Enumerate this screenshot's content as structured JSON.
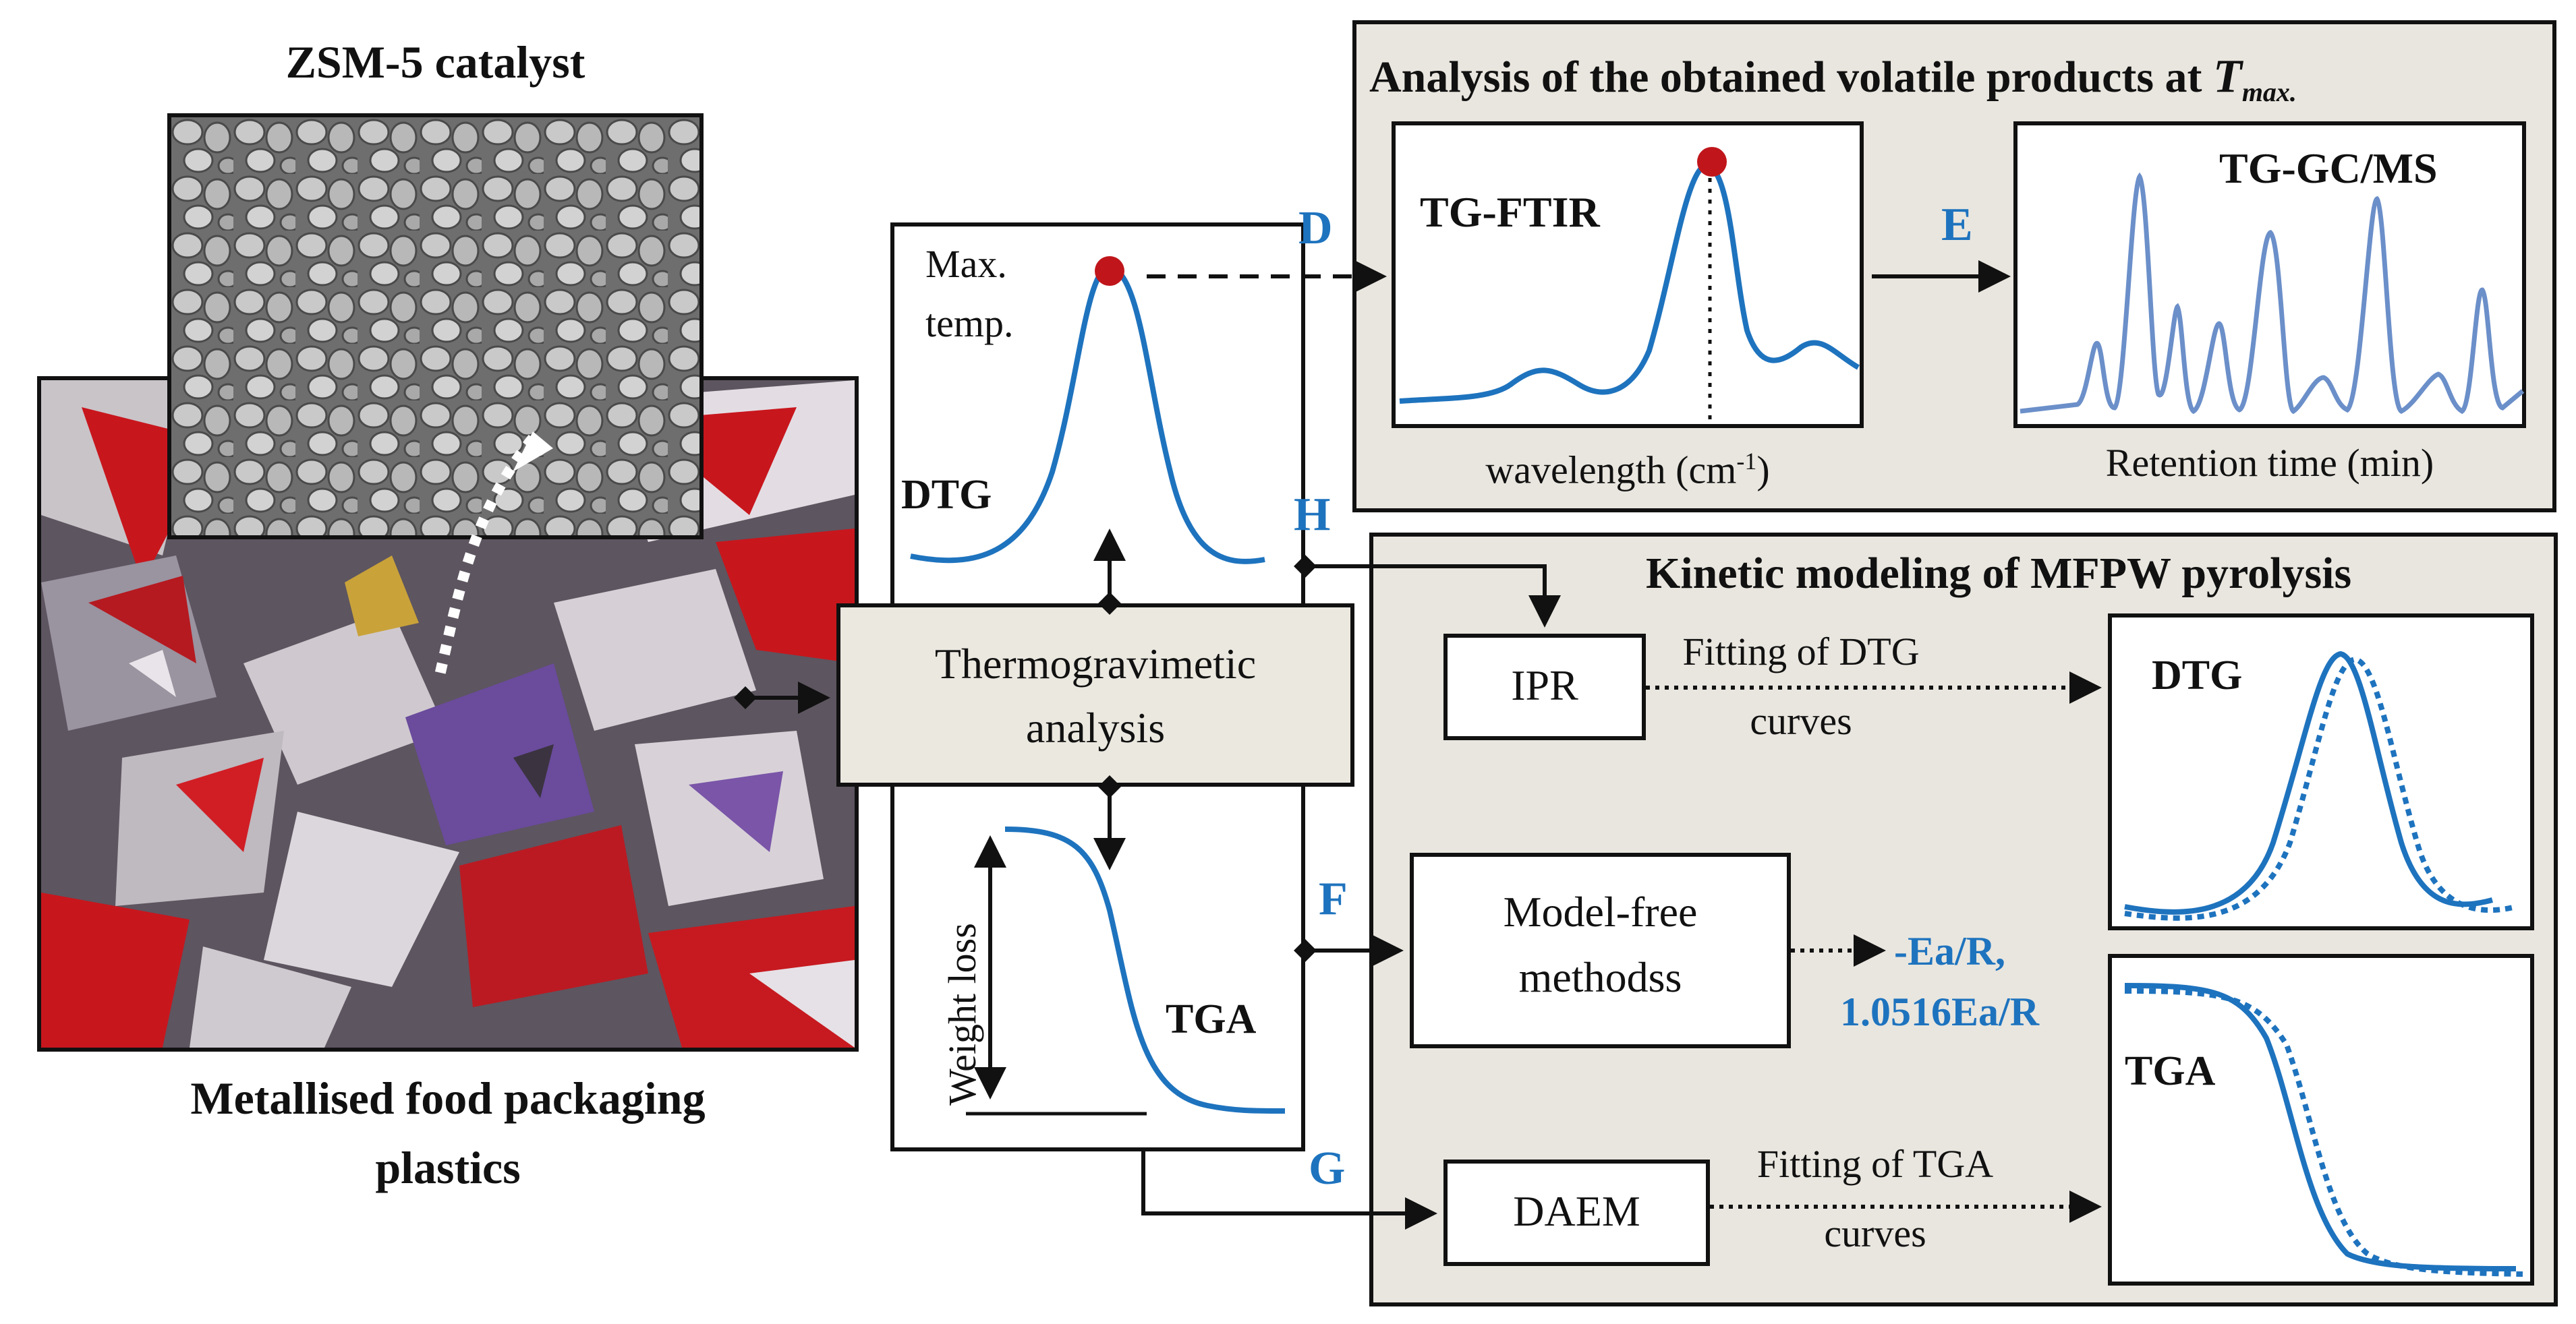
{
  "photos": {
    "catalyst_caption": "ZSM-5 catalyst",
    "plastics_caption_line1": "Metallised food packaging",
    "plastics_caption_line2": "plastics"
  },
  "tga_box": {
    "max_temp_line1": "Max.",
    "max_temp_line2": "temp.",
    "dtg_label": "DTG",
    "tga_label": "TGA",
    "weight_loss_label": "Weight loss",
    "center_line1": "Thermogravimetic",
    "center_line2": "analysis"
  },
  "letters": {
    "D": "D",
    "E": "E",
    "F": "F",
    "G": "G",
    "H": "H"
  },
  "volatile_panel": {
    "title": "Analysis of the obtained volatile products at ",
    "title_italic": "T",
    "title_sub": "max.",
    "ftir_label": "TG-FTIR",
    "ftir_xlabel": "wavelength (cm",
    "ftir_xlabel_sup": "-1",
    "ftir_xlabel_end": ")",
    "gcms_label": "TG-GC/MS",
    "gcms_xlabel": "Retention time (min)"
  },
  "kinetic_panel": {
    "title": "Kinetic modeling of MFPW pyrolysis",
    "ipr": "IPR",
    "ipr_note_line1": "Fitting of DTG",
    "ipr_note_line2": "curves",
    "modelfree_line1": "Model-free",
    "modelfree_line2": "methodss",
    "ea_line1": "-Ea/R,",
    "ea_line2": "1.0516Ea/R",
    "daem": "DAEM",
    "daem_note_line1": "Fitting of TGA",
    "daem_note_line2": "curves",
    "dtg_plot_label": "DTG",
    "tga_plot_label": "TGA"
  },
  "colors": {
    "accent_blue": "#1e73be",
    "peak_red": "#c0161b",
    "panel_bg": "#e9e6df"
  }
}
